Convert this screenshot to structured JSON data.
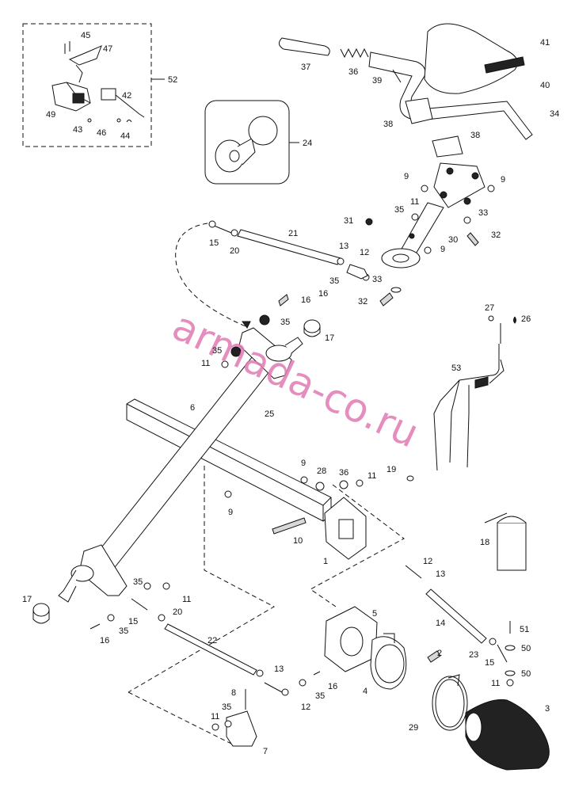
{
  "watermark": "armada-co.ru",
  "callouts": {
    "c45": "45",
    "c47": "47",
    "c52": "52",
    "c42": "42",
    "c49": "49",
    "c43": "43",
    "c46": "46",
    "c44": "44",
    "c37": "37",
    "c36": "36",
    "c39": "39",
    "c41": "41",
    "c40": "40",
    "c34": "34",
    "c38a": "38",
    "c38b": "38",
    "c24": "24",
    "c9a": "9",
    "c9b": "9",
    "c11a": "11",
    "c35a": "35",
    "c31": "31",
    "c33a": "33",
    "c32a": "32",
    "c30": "30",
    "c9c": "9",
    "c15a": "15",
    "c20a": "20",
    "c21": "21",
    "c13a": "13",
    "c12a": "12",
    "c35b": "35",
    "c33b": "33",
    "c16a": "16",
    "c32b": "32",
    "c16b": "16",
    "c35c": "35",
    "c17a": "17",
    "c27": "27",
    "c26": "26",
    "c35d": "35",
    "c11b": "11",
    "c53": "53",
    "c6": "6",
    "c25": "25",
    "c9d": "9",
    "c28": "28",
    "c36b": "36",
    "c11c": "11",
    "c19": "19",
    "c9e": "9",
    "c10": "10",
    "c1": "1",
    "c18": "18",
    "c12b": "12",
    "c13b": "13",
    "c17b": "17",
    "c35e": "35",
    "c11d": "11",
    "c15b": "15",
    "c20b": "20",
    "c35f": "35",
    "c16c": "16",
    "c22": "22",
    "c14": "14",
    "c51": "51",
    "c5": "5",
    "c23": "23",
    "c15c": "15",
    "c50a": "50",
    "c50b": "50",
    "c11e": "11",
    "c2": "2",
    "c13c": "13",
    "c16d": "16",
    "c8": "8",
    "c35g": "35",
    "c12c": "12",
    "c4": "4",
    "c35h": "35",
    "c11f": "11",
    "c7": "7",
    "c29": "29",
    "c3": "3"
  }
}
